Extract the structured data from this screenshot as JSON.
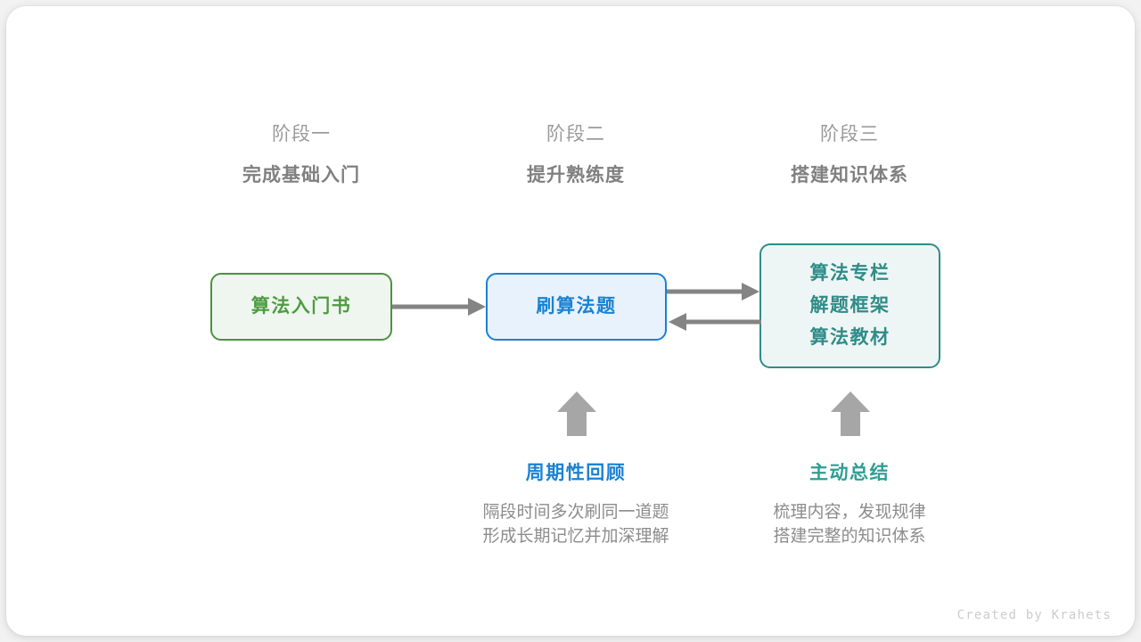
{
  "footer": {
    "credit": "Created by Krahets"
  },
  "stages": [
    {
      "label": "阶段一",
      "title": "完成基础入门"
    },
    {
      "label": "阶段二",
      "title": "提升熟练度"
    },
    {
      "label": "阶段三",
      "title": "搭建知识体系"
    }
  ],
  "nodes": {
    "book": {
      "lines": [
        "算法入门书"
      ],
      "color": "#4e9c42",
      "bg": "#eff6ef",
      "border": "#4d9142"
    },
    "practice": {
      "lines": [
        "刷算法题"
      ],
      "color": "#1a82d2",
      "bg": "#e7f2fd",
      "border": "#1a82d2"
    },
    "resources": {
      "lines": [
        "算法专栏",
        "解题框架",
        "算法教材"
      ],
      "color": "#2f8c88",
      "bg": "#eef6f5",
      "border": "#2f8c88"
    }
  },
  "connectors": [
    {
      "name": "book-to-practice",
      "direction": "right"
    },
    {
      "name": "practice-to-resources",
      "direction": "right"
    },
    {
      "name": "resources-to-practice",
      "direction": "left"
    }
  ],
  "annotations": [
    {
      "title": "周期性回顾",
      "accent": "#1a82d2",
      "desc_lines": [
        "隔段时间多次刷同一道题",
        "形成长期记忆并加深理解"
      ]
    },
    {
      "title": "主动总结",
      "accent": "#2f9e93",
      "desc_lines": [
        "梳理内容，发现规律",
        "搭建完整的知识体系"
      ]
    }
  ],
  "colors": {
    "arrow": "#848484",
    "stage_label": "#9b9b9b",
    "stage_title": "#808080",
    "description": "#8c8c8c",
    "footer": "#cccccc",
    "canvas": "#ffffff"
  }
}
